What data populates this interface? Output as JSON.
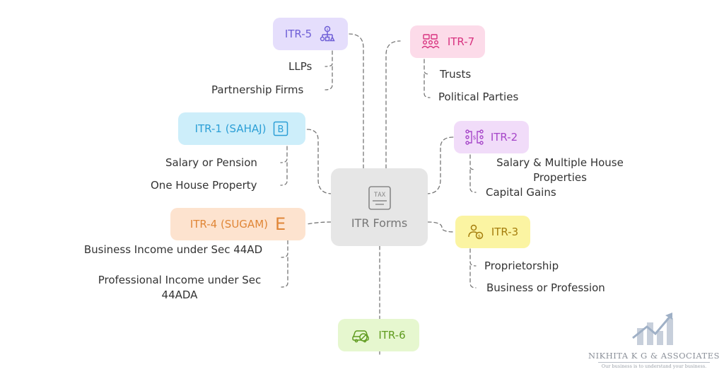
{
  "center": {
    "label": "ITR Forms",
    "icon": "tax-document-icon",
    "icon_text": "TAX"
  },
  "nodes": {
    "itr5": {
      "label": "ITR-5",
      "icon": "org-chart-icon",
      "color": "#6f5fd6",
      "bg": "#e5defc",
      "leaves": [
        "LLPs",
        "Partnership Firms"
      ]
    },
    "itr1": {
      "label": "ITR-1 (SAHAJ)",
      "icon": "sahaj-letter-icon",
      "icon_text": "B",
      "color": "#2c9fd6",
      "bg": "#cdeefa",
      "leaves": [
        "Salary or Pension",
        "One House Property"
      ]
    },
    "itr4": {
      "label": "ITR-4 (SUGAM)",
      "icon": "sugam-letter-icon",
      "icon_text": "E",
      "color": "#e08637",
      "bg": "#fde3cf",
      "leaves": [
        "Business Income under Sec 44AD",
        "Professional Income under Sec 44ADA"
      ]
    },
    "itr6": {
      "label": "ITR-6",
      "icon": "company-car-icon",
      "color": "#5f9b1e",
      "bg": "#e6f7cf",
      "leaves": []
    },
    "itr7": {
      "label": "ITR-7",
      "icon": "group-people-icon",
      "color": "#d8327f",
      "bg": "#fcdbe9",
      "leaves": [
        "Trusts",
        "Political Parties"
      ]
    },
    "itr2": {
      "label": "ITR-2",
      "icon": "network-icon",
      "color": "#a646c9",
      "bg": "#f1dcf9",
      "leaves": [
        "Salary & Multiple House Properties",
        "Capital Gains"
      ]
    },
    "itr3": {
      "label": "ITR-3",
      "icon": "business-person-icon",
      "color": "#a57d0c",
      "bg": "#fbf4a2",
      "leaves": [
        "Proprietorship",
        "Business or Profession"
      ]
    }
  },
  "logo": {
    "name": "NIKHITA K G & ASSOCIATES",
    "tagline": "Our business is to understand your business.",
    "icon": "growth-chart-logo-icon"
  },
  "colors": {
    "edge": "#777777",
    "center_bg": "#e6e6e6"
  }
}
